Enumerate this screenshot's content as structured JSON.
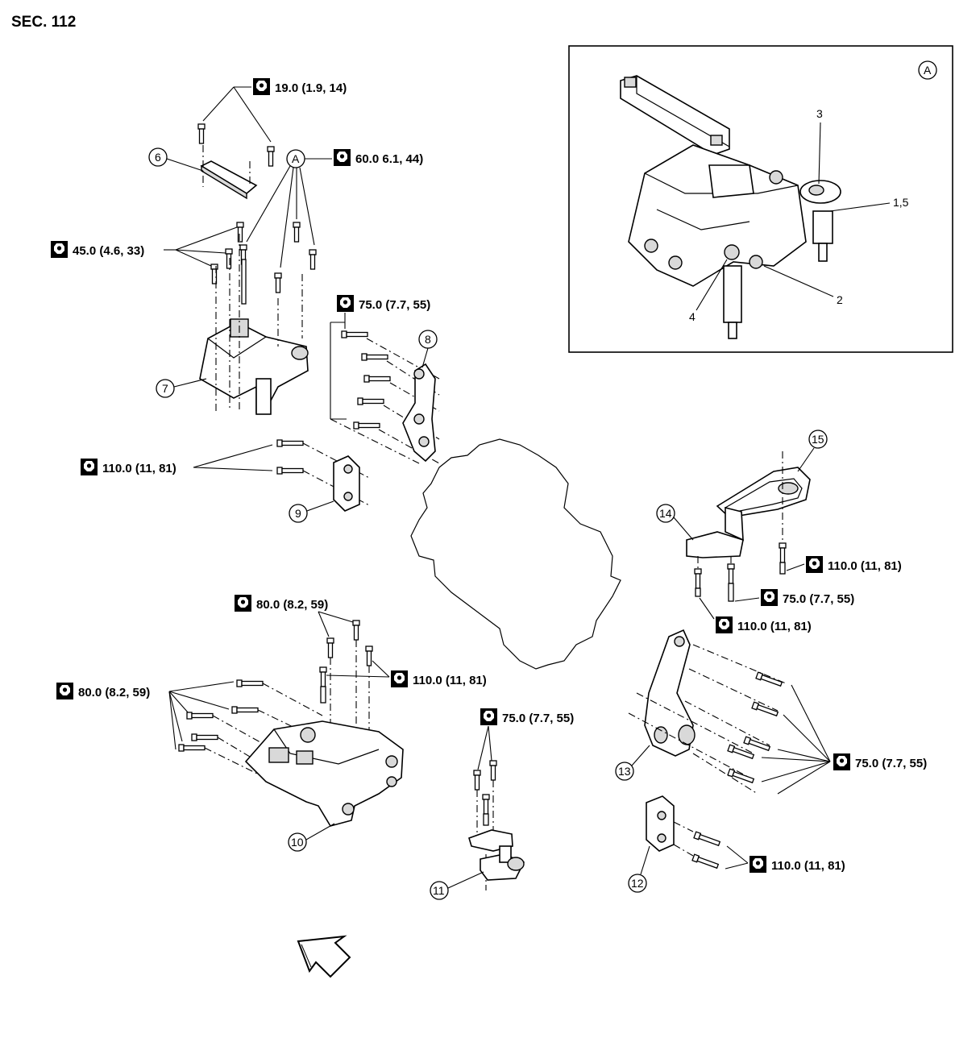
{
  "section_label": "SEC. 112",
  "inset": {
    "view_marker": "A"
  },
  "inset_callouts": [
    "3",
    "1,5",
    "2",
    "4"
  ],
  "view_marker_main": "A",
  "part_callouts": [
    "6",
    "7",
    "8",
    "9",
    "10",
    "11",
    "12",
    "13",
    "14",
    "15"
  ],
  "torque_labels": [
    "19.0 (1.9, 14)",
    "60.0 6.1, 44)",
    "45.0 (4.6, 33)",
    "75.0 (7.7, 55)",
    "110.0 (11, 81)",
    "110.0 (11, 81)",
    "75.0 (7.7, 55)",
    "110.0 (11, 81)",
    "80.0 (8.2, 59)",
    "110.0 (11, 81)",
    "80.0 (8.2, 59)",
    "75.0 (7.7, 55)",
    "75.0 (7.7, 55)",
    "110.0 (11, 81)"
  ],
  "icons": {
    "torque": "torque-wrench-icon",
    "front": "front-direction-arrow-icon"
  }
}
